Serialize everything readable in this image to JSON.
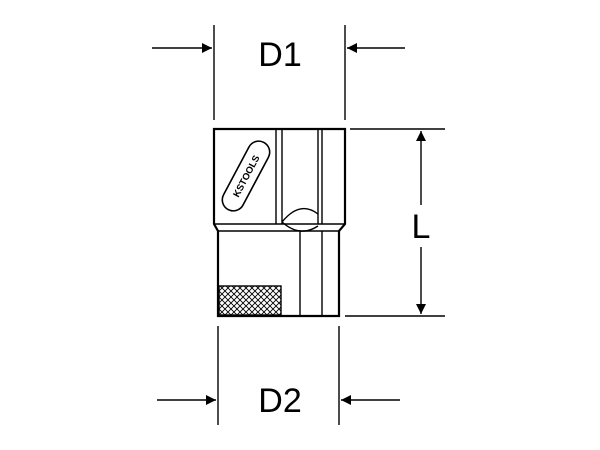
{
  "dimensions": {
    "d1_label": "D1",
    "d2_label": "D2",
    "l_label": "L"
  },
  "logo": {
    "text": "KSTOOLS"
  },
  "colors": {
    "line": "#000000",
    "background": "#ffffff"
  }
}
